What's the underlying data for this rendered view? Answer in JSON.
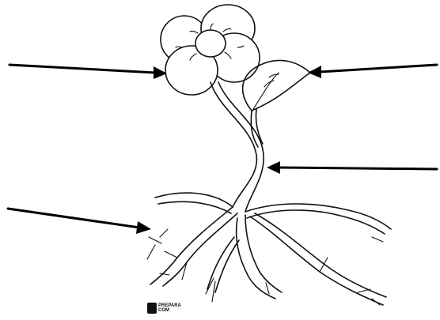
{
  "diagram": {
    "subject": "plant",
    "parts": [
      "flower",
      "leaf",
      "stem",
      "roots"
    ],
    "labels_visible": false
  },
  "watermark": {
    "line1": "PREPARA",
    "line2": "COM"
  },
  "colors": {
    "ink": "#111111",
    "arrow": "#000000",
    "background": "#ffffff"
  }
}
